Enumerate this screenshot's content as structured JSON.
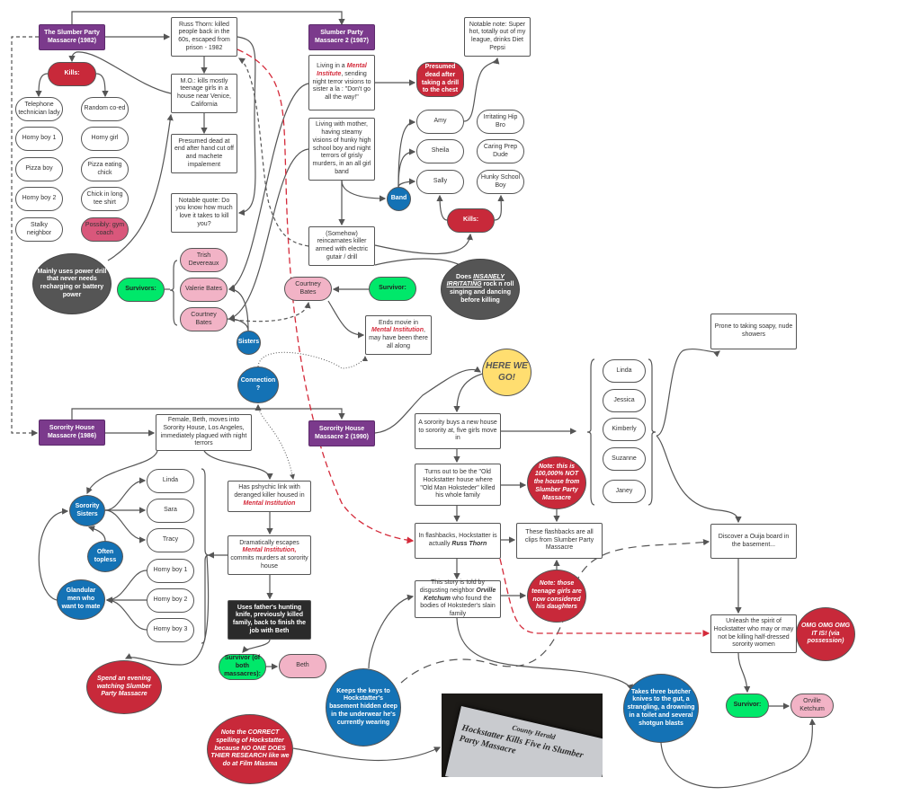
{
  "colors": {
    "purple": "#7b3a8c",
    "red": "#c8293a",
    "blue": "#1472b5",
    "grey": "#555555",
    "green": "#00e86a",
    "pink": "#f2b3c6",
    "yellow": "#ffde70",
    "dark": "#2b2b2b",
    "magenta": "#d9577b"
  },
  "nodes": [
    {
      "id": "sp1-title",
      "type": "purple",
      "text": "The Slumber Party Massacre (1982)"
    },
    {
      "id": "russ-thorn",
      "type": "box",
      "text": "Russ Thorn: killed people back in the 60s, escaped from prison  - 1982"
    },
    {
      "id": "mo",
      "type": "box",
      "text": "M.O.: kills mostly teenage girls in a house near Venice, California"
    },
    {
      "id": "presumed-dead-1",
      "type": "box",
      "text": "Presumed dead at end after hand cut off and machete impalement"
    },
    {
      "id": "notable-quote",
      "type": "box",
      "text": "Notable quote: Do you know how much love it takes to kill you?"
    },
    {
      "id": "kills-1",
      "type": "redpill",
      "text": "Kills:"
    },
    {
      "id": "kill-telephone",
      "type": "pill",
      "text": "Telephone technician lady"
    },
    {
      "id": "kill-horny-boy-1",
      "type": "pill",
      "text": "Horny boy 1"
    },
    {
      "id": "kill-pizza-boy",
      "type": "pill",
      "text": "Pizza boy"
    },
    {
      "id": "kill-horny-boy-2",
      "type": "pill",
      "text": "Horny boy 2"
    },
    {
      "id": "kill-stalky",
      "type": "pill",
      "text": "Stalky neighbor"
    },
    {
      "id": "kill-random-coed",
      "type": "pill",
      "text": "Random co-ed"
    },
    {
      "id": "kill-horny-girl",
      "type": "pill",
      "text": "Horny girl"
    },
    {
      "id": "kill-pizza-chick",
      "type": "pill",
      "text": "Pizza eating chick"
    },
    {
      "id": "kill-chick-tee",
      "type": "pill",
      "text": "Chick in long tee shirt"
    },
    {
      "id": "kill-gym-coach",
      "type": "magenta",
      "text": "Possibly: gym coach"
    },
    {
      "id": "power-drill",
      "type": "greyc",
      "text": "Mainly uses power drill that never needs recharging or battery power"
    },
    {
      "id": "survivors-1",
      "type": "green",
      "text": "Survivors:"
    },
    {
      "id": "trish",
      "type": "pink",
      "text": "Trish Devereaux"
    },
    {
      "id": "valerie",
      "type": "pink",
      "text": "Valerie Bates"
    },
    {
      "id": "courtney-1",
      "type": "pink",
      "text": "Courtney Bates"
    },
    {
      "id": "sisters",
      "type": "bluec",
      "text": "Sisters"
    },
    {
      "id": "connection",
      "type": "bluec",
      "text": "Connection ?"
    },
    {
      "id": "sp2-title",
      "type": "purple",
      "text": "Slumber Party Massacre 2 (1987)"
    },
    {
      "id": "living-mental",
      "type": "box",
      "parts": [
        {
          "t": "Living in a "
        },
        {
          "t": "Mental Institute",
          "s": "red"
        },
        {
          "t": ", sending night terror visions to sister a la : \"Don't go all the way!\""
        }
      ]
    },
    {
      "id": "presumed-drill",
      "type": "redpill",
      "text": "Presumed dead after taking a drill to the chest"
    },
    {
      "id": "living-mother",
      "type": "box",
      "text": "Living with mother, having steamy visions of hunky high school boy and night terrors of grisly murders, in an all girl band"
    },
    {
      "id": "band",
      "type": "bluec",
      "text": "Band"
    },
    {
      "id": "amy",
      "type": "pill",
      "text": "Amy"
    },
    {
      "id": "sheila",
      "type": "pill",
      "text": "Sheila"
    },
    {
      "id": "sally",
      "type": "pill",
      "text": "Sally"
    },
    {
      "id": "notable-note",
      "type": "box",
      "text": "Notable note: Super hot, totally out of my league, drinks Diet Pepsi"
    },
    {
      "id": "hip-bro",
      "type": "pill",
      "text": "Irritating Hip Bro"
    },
    {
      "id": "prep-dude",
      "type": "pill",
      "text": "Caring Prep Dude"
    },
    {
      "id": "hunky-boy",
      "type": "pill",
      "text": "Hunky School Boy"
    },
    {
      "id": "kills-2",
      "type": "redpill",
      "text": "Kills:"
    },
    {
      "id": "reincarnates",
      "type": "box",
      "text": "(Somehow) reincarnates killer armed with electric gutair / drill"
    },
    {
      "id": "rock-n-roll",
      "type": "greyc",
      "parts": [
        {
          "t": "Does "
        },
        {
          "t": "INSANELY IRRITATING",
          "s": "u"
        },
        {
          "t": " rock n roll singing and dancing before killing"
        }
      ]
    },
    {
      "id": "courtney-2",
      "type": "pink",
      "text": "Courtney Bates"
    },
    {
      "id": "survivor-2",
      "type": "green",
      "text": "Survivor:"
    },
    {
      "id": "ends-movie",
      "type": "box",
      "parts": [
        {
          "t": "Ends movie in "
        },
        {
          "t": "Mental Institution",
          "s": "red"
        },
        {
          "t": ", may have been there all along"
        }
      ]
    },
    {
      "id": "here-we-go",
      "type": "yellowc",
      "text": "HERE WE GO!"
    },
    {
      "id": "prone",
      "type": "box",
      "text": "Prone to taking soapy, nude showers"
    },
    {
      "id": "g-linda",
      "type": "pill",
      "text": "Linda"
    },
    {
      "id": "g-jessica",
      "type": "pill",
      "text": "Jessica"
    },
    {
      "id": "g-kimberly",
      "type": "pill",
      "text": "Kimberly"
    },
    {
      "id": "g-suzanne",
      "type": "pill",
      "text": "Suzanne"
    },
    {
      "id": "g-janey",
      "type": "pill",
      "text": "Janey"
    },
    {
      "id": "sh1-title",
      "type": "purple",
      "text": "Sorority House Massacre (1986)"
    },
    {
      "id": "female-beth",
      "type": "box",
      "text": "Female, Beth, moves into Sorority House, Los Angeles, immediately plagued with night terrors"
    },
    {
      "id": "sorority-sisters",
      "type": "bluec",
      "text": "Sorority Sisters"
    },
    {
      "id": "s-linda",
      "type": "pill",
      "text": "Linda"
    },
    {
      "id": "s-sara",
      "type": "pill",
      "text": "Sara"
    },
    {
      "id": "s-tracy",
      "type": "pill",
      "text": "Tracy"
    },
    {
      "id": "s-horny-1",
      "type": "pill",
      "text": "Horny boy 1"
    },
    {
      "id": "s-horny-2",
      "type": "pill",
      "text": "Horny boy 2"
    },
    {
      "id": "s-horny-3",
      "type": "pill",
      "text": "Horny boy 3"
    },
    {
      "id": "often-topless",
      "type": "bluec",
      "text": "Often topless"
    },
    {
      "id": "glandular",
      "type": "bluec",
      "text": "Glandular men who want to mate"
    },
    {
      "id": "psychic-link",
      "type": "box",
      "parts": [
        {
          "t": "Has pshychic link with deranged killer housed in "
        },
        {
          "t": "Mental Institution",
          "s": "red"
        }
      ]
    },
    {
      "id": "escapes",
      "type": "box",
      "parts": [
        {
          "t": "Dramatically escapes "
        },
        {
          "t": "Mental Institution,",
          "s": "red"
        },
        {
          "t": " commits murders at sorority house"
        }
      ]
    },
    {
      "id": "hunting-knife",
      "type": "dark",
      "text": "Uses father's hunting knife, previously killed family, back to finish the job with Beth"
    },
    {
      "id": "survivor-both",
      "type": "green",
      "text": "Survivor (of both massacres):"
    },
    {
      "id": "beth",
      "type": "pink",
      "text": "Beth"
    },
    {
      "id": "spend-evening",
      "type": "redc",
      "text": "Spend an evening watching Slumber Party Massacre"
    },
    {
      "id": "sh2-title",
      "type": "purple",
      "text": "Sorority House Massacre 2 (1990)"
    },
    {
      "id": "sorority-buys",
      "type": "box",
      "text": "A sorority buys a new house to sorority at, five girls move in"
    },
    {
      "id": "turns-out",
      "type": "box",
      "text": "Turns out to be the \"Old Hockstatter house where \"Old Man Hoksteder\" killed his whole family"
    },
    {
      "id": "note-100",
      "type": "redc",
      "text": "Note: this is 100,000% NOT the house from Slumber Party Massacre"
    },
    {
      "id": "flashbacks",
      "type": "box",
      "parts": [
        {
          "t": "In flashbacks, Hockstatter is actually "
        },
        {
          "t": "Russ Thorn",
          "s": "bi"
        }
      ]
    },
    {
      "id": "flashback-clips",
      "type": "box",
      "text": "These flashbacks are all clips from Slumber Party Massacre"
    },
    {
      "id": "note-daughters",
      "type": "redc",
      "text": "Note: those teenage girls are now considered his daughters"
    },
    {
      "id": "story-told",
      "type": "box",
      "parts": [
        {
          "t": "This story is told by disgusting neighbor "
        },
        {
          "t": "Orville Ketchum",
          "s": "bi"
        },
        {
          "t": " who found the bodies of Hoksteder's slain family"
        }
      ]
    },
    {
      "id": "ouija",
      "type": "box",
      "text": "Discover a Ouija board in the basement..."
    },
    {
      "id": "unleash",
      "type": "box",
      "text": "Unleash the spirit of Hockstatter who may or may not be killing half-dressed sorority women"
    },
    {
      "id": "omg",
      "type": "redc",
      "text": "OMG OMG OMG IT IS!  (via possession)"
    },
    {
      "id": "survivor-3",
      "type": "green",
      "text": "Survivor:"
    },
    {
      "id": "orville",
      "type": "pink",
      "text": "Orville Ketchum"
    },
    {
      "id": "butcher-knives",
      "type": "bluec",
      "text": "Takes three butcher knives to the gut, a strangling, a drowning in a toilet and several shotgun blasts"
    },
    {
      "id": "keeps-keys",
      "type": "bluec",
      "text": "Keeps the keys to Hockstatter's basement hidden deep in the underwear he's currently wearing"
    },
    {
      "id": "correct-spelling",
      "type": "redc",
      "text": "Note the CORRECT spelling of Hockstatter because NO ONE DOES THIER RESEARCH like we do at Film Miasma"
    }
  ],
  "newspaper": {
    "masthead": "County Herald",
    "headline": "Hockstatter Kills Five in Slumber Party Massacre"
  }
}
